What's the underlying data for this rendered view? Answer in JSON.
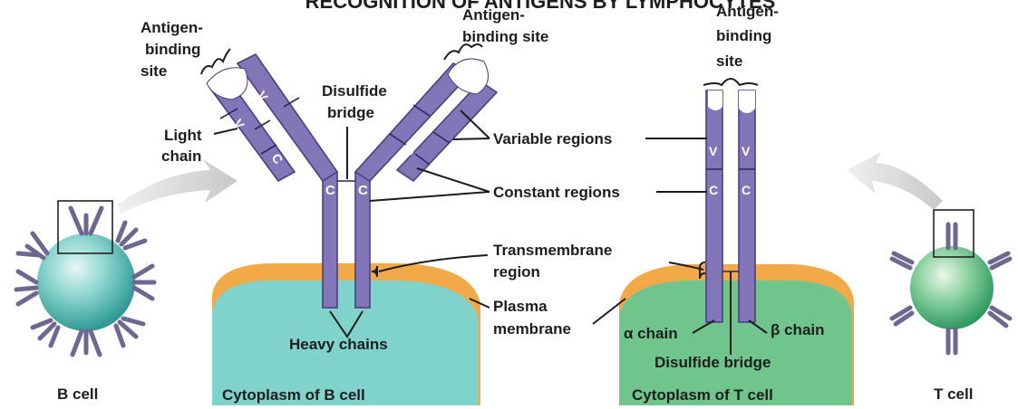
{
  "title": "RECOGNITION OF ANTIGENS BY LYMPHOCYTES",
  "labels": {
    "antigen_site_left": [
      "Antigen-",
      "binding",
      "site"
    ],
    "antigen_site_mid": [
      "Antigen-",
      "binding site"
    ],
    "antigen_site_right": [
      "Antigen-",
      "binding",
      "site"
    ],
    "disulfide_bridge_top": [
      "Disulfide",
      "bridge"
    ],
    "light_chain": [
      "Light",
      "chain"
    ],
    "variable_regions": "Variable regions",
    "constant_regions": "Constant regions",
    "transmembrane_region": [
      "Transmembrane",
      "region"
    ],
    "plasma_membrane": [
      "Plasma",
      "membrane"
    ],
    "heavy_chains": "Heavy chains",
    "alpha_chain": "α chain",
    "beta_chain": "β chain",
    "disulfide_bridge_bottom": "Disulfide bridge",
    "cytoplasm_b": "Cytoplasm of B cell",
    "cytoplasm_t": "Cytoplasm of T cell",
    "b_cell": "B cell",
    "t_cell": "T cell"
  },
  "segment_letters": {
    "variable": "V",
    "constant": "C"
  },
  "colors": {
    "chain_fill": "#8376b8",
    "membrane": "#f2a948",
    "b_cytoplasm": "#7fd3cb",
    "t_cytoplasm": "#6fc58c"
  }
}
